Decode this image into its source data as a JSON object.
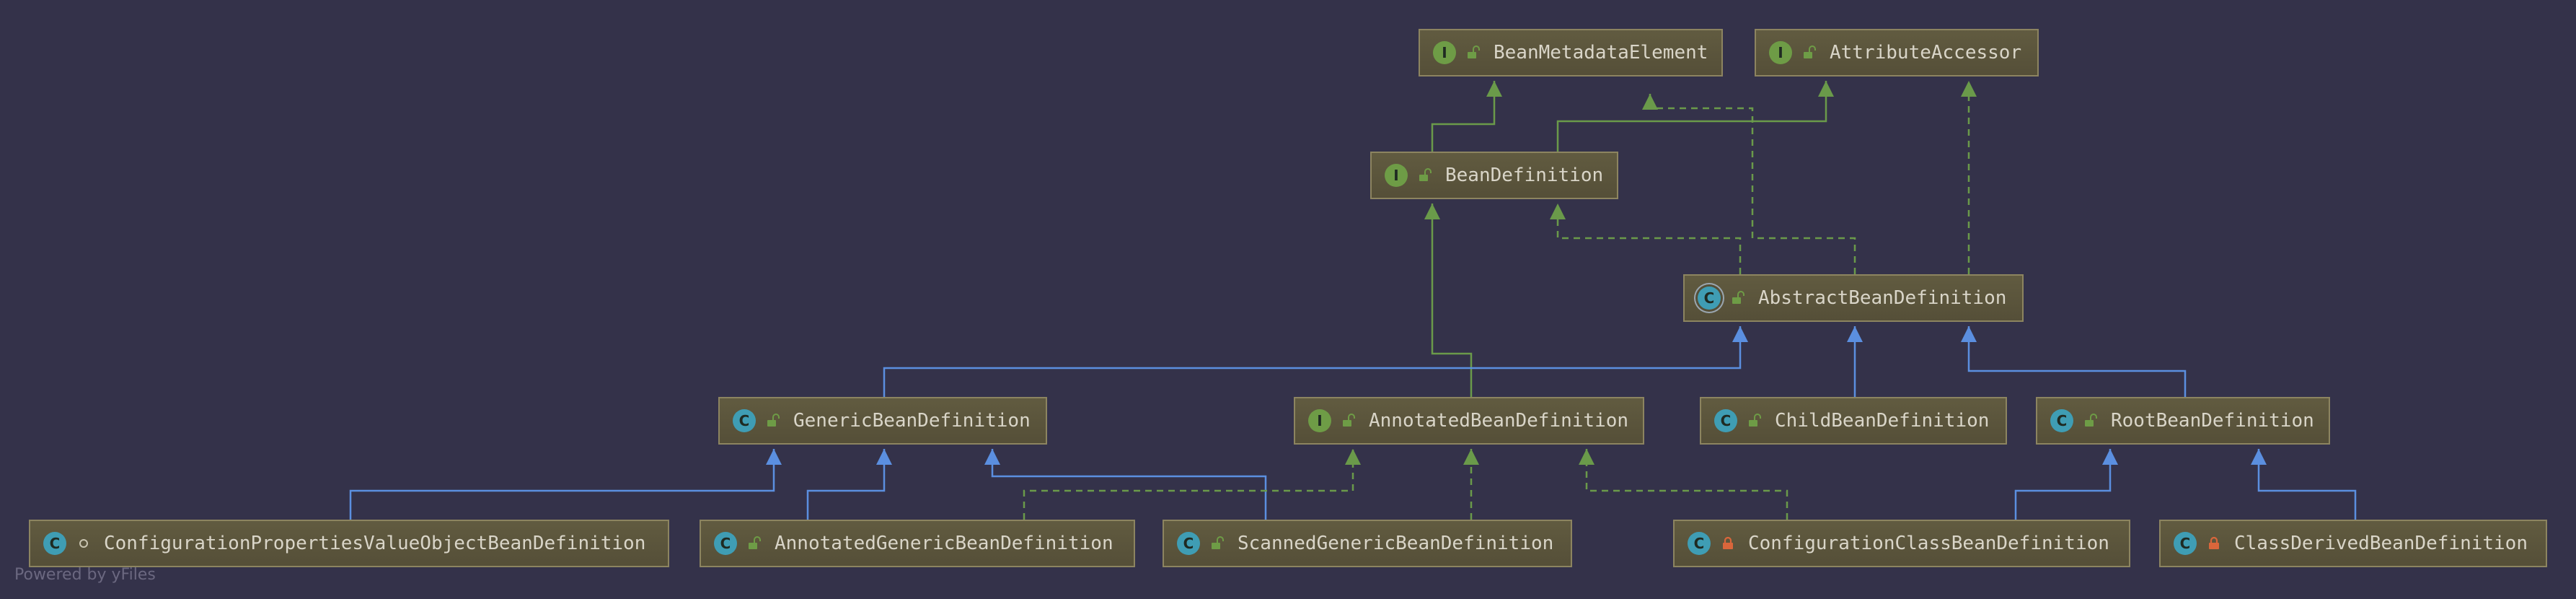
{
  "diagram": {
    "nodes": [
      {
        "id": "BeanMetadataElement",
        "kind": "interface",
        "badge": "I",
        "visibility": "open-lock",
        "label": "BeanMetadataElement"
      },
      {
        "id": "AttributeAccessor",
        "kind": "interface",
        "badge": "I",
        "visibility": "open-lock",
        "label": "AttributeAccessor"
      },
      {
        "id": "BeanDefinition",
        "kind": "interface",
        "badge": "I",
        "visibility": "open-lock",
        "label": "BeanDefinition"
      },
      {
        "id": "AbstractBeanDefinition",
        "kind": "abstract-class",
        "badge": "C",
        "visibility": "open-lock",
        "label": "AbstractBeanDefinition"
      },
      {
        "id": "GenericBeanDefinition",
        "kind": "class",
        "badge": "C",
        "visibility": "open-lock",
        "label": "GenericBeanDefinition"
      },
      {
        "id": "AnnotatedBeanDefinition",
        "kind": "interface",
        "badge": "I",
        "visibility": "open-lock",
        "label": "AnnotatedBeanDefinition"
      },
      {
        "id": "ChildBeanDefinition",
        "kind": "class",
        "badge": "C",
        "visibility": "open-lock",
        "label": "ChildBeanDefinition"
      },
      {
        "id": "RootBeanDefinition",
        "kind": "class",
        "badge": "C",
        "visibility": "open-lock",
        "label": "RootBeanDefinition"
      },
      {
        "id": "ConfigurationPropertiesValueObjectBeanDefinition",
        "kind": "class",
        "badge": "C",
        "visibility": "package-dot",
        "label": "ConfigurationPropertiesValueObjectBeanDefinition"
      },
      {
        "id": "AnnotatedGenericBeanDefinition",
        "kind": "class",
        "badge": "C",
        "visibility": "open-lock",
        "label": "AnnotatedGenericBeanDefinition"
      },
      {
        "id": "ScannedGenericBeanDefinition",
        "kind": "class",
        "badge": "C",
        "visibility": "open-lock",
        "label": "ScannedGenericBeanDefinition"
      },
      {
        "id": "ConfigurationClassBeanDefinition",
        "kind": "class",
        "badge": "C",
        "visibility": "private-lock",
        "label": "ConfigurationClassBeanDefinition"
      },
      {
        "id": "ClassDerivedBeanDefinition",
        "kind": "class",
        "badge": "C",
        "visibility": "private-lock",
        "label": "ClassDerivedBeanDefinition"
      }
    ],
    "edges": [
      {
        "from": "BeanDefinition",
        "to": "BeanMetadataElement",
        "type": "extends"
      },
      {
        "from": "BeanDefinition",
        "to": "AttributeAccessor",
        "type": "extends"
      },
      {
        "from": "AbstractBeanDefinition",
        "to": "BeanDefinition",
        "type": "implements"
      },
      {
        "from": "AbstractBeanDefinition",
        "to": "BeanMetadataElement",
        "type": "implements"
      },
      {
        "from": "AbstractBeanDefinition",
        "to": "AttributeAccessor",
        "type": "implements"
      },
      {
        "from": "AnnotatedBeanDefinition",
        "to": "BeanDefinition",
        "type": "extends"
      },
      {
        "from": "GenericBeanDefinition",
        "to": "AbstractBeanDefinition",
        "type": "extends-class"
      },
      {
        "from": "ChildBeanDefinition",
        "to": "AbstractBeanDefinition",
        "type": "extends-class"
      },
      {
        "from": "RootBeanDefinition",
        "to": "AbstractBeanDefinition",
        "type": "extends-class"
      },
      {
        "from": "ConfigurationPropertiesValueObjectBeanDefinition",
        "to": "GenericBeanDefinition",
        "type": "extends-class"
      },
      {
        "from": "AnnotatedGenericBeanDefinition",
        "to": "GenericBeanDefinition",
        "type": "extends-class"
      },
      {
        "from": "ScannedGenericBeanDefinition",
        "to": "GenericBeanDefinition",
        "type": "extends-class"
      },
      {
        "from": "ScannedGenericBeanDefinition",
        "to": "AnnotatedBeanDefinition",
        "type": "implements"
      },
      {
        "from": "AnnotatedGenericBeanDefinition",
        "to": "AnnotatedBeanDefinition",
        "type": "implements"
      },
      {
        "from": "ConfigurationClassBeanDefinition",
        "to": "AnnotatedBeanDefinition",
        "type": "implements"
      },
      {
        "from": "ConfigurationClassBeanDefinition",
        "to": "RootBeanDefinition",
        "type": "extends-class"
      },
      {
        "from": "ClassDerivedBeanDefinition",
        "to": "RootBeanDefinition",
        "type": "extends-class"
      }
    ]
  },
  "colors": {
    "background": "#34324a",
    "interface_edge": "#6a9a4a",
    "class_edge": "#5b8fe0"
  },
  "footer": {
    "powered_by": "Powered by yFiles"
  }
}
